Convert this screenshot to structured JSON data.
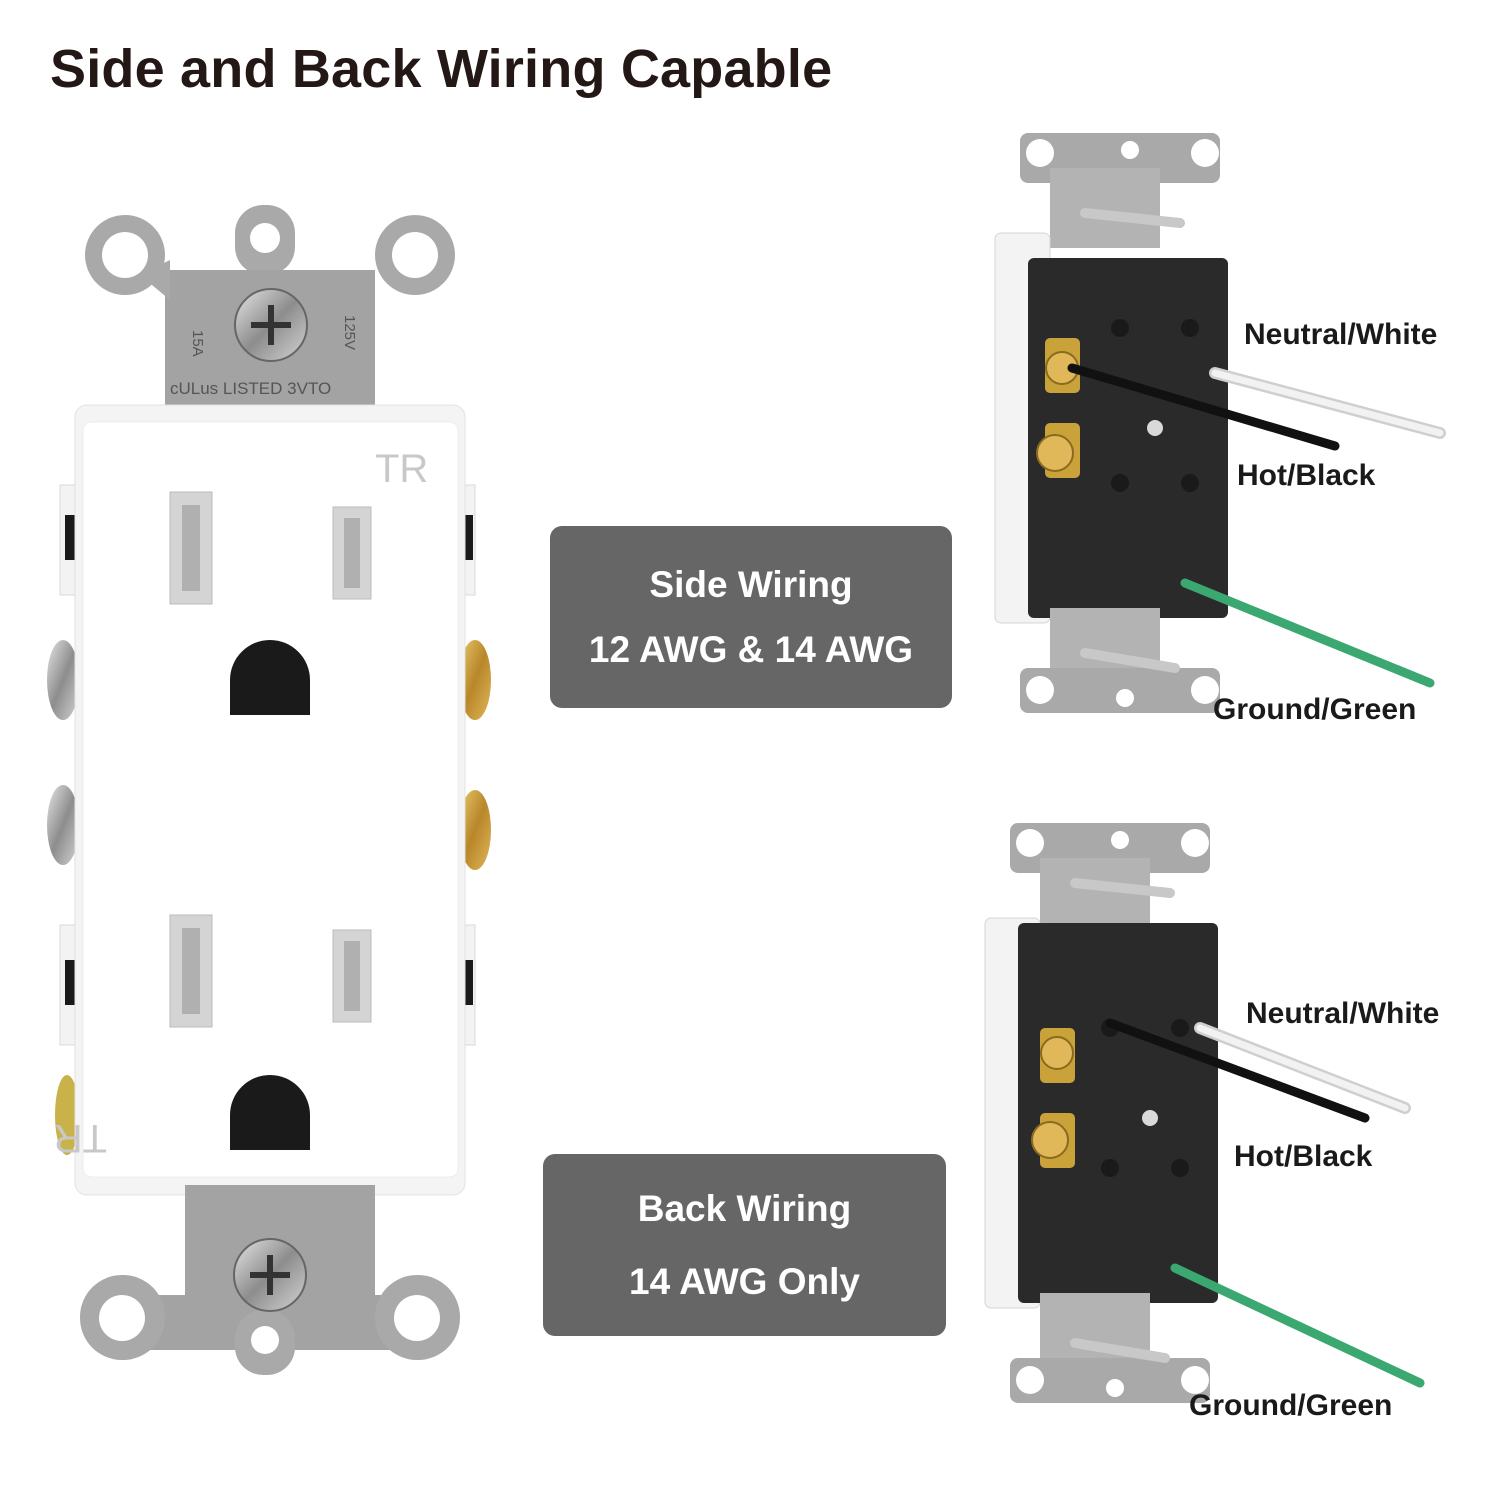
{
  "title": "Side and Back Wiring Capable",
  "main_outlet": {
    "tab_rating_amps": "15A",
    "tab_rating_volts": "125V",
    "certification_text": "cULus LISTED 3VTO",
    "tr_top": "TR",
    "tr_bottom": "TR"
  },
  "side_wiring": {
    "title": "Side Wiring",
    "gauge": "12 AWG & 14 AWG",
    "labels": {
      "neutral": "Neutral/White",
      "hot": "Hot/Black",
      "ground": "Ground/Green"
    }
  },
  "back_wiring": {
    "title": "Back Wiring",
    "gauge": "14 AWG Only",
    "labels": {
      "neutral": "Neutral/White",
      "hot": "Hot/Black",
      "ground": "Ground/Green"
    }
  },
  "colors": {
    "badge_bg": "#666666",
    "hot_wire": "#111111",
    "neutral_wire": "#e6e6e6",
    "ground_wire": "#3aa870",
    "brass_screw": "#c9a23a",
    "silver_screw": "#b8b8b8"
  }
}
